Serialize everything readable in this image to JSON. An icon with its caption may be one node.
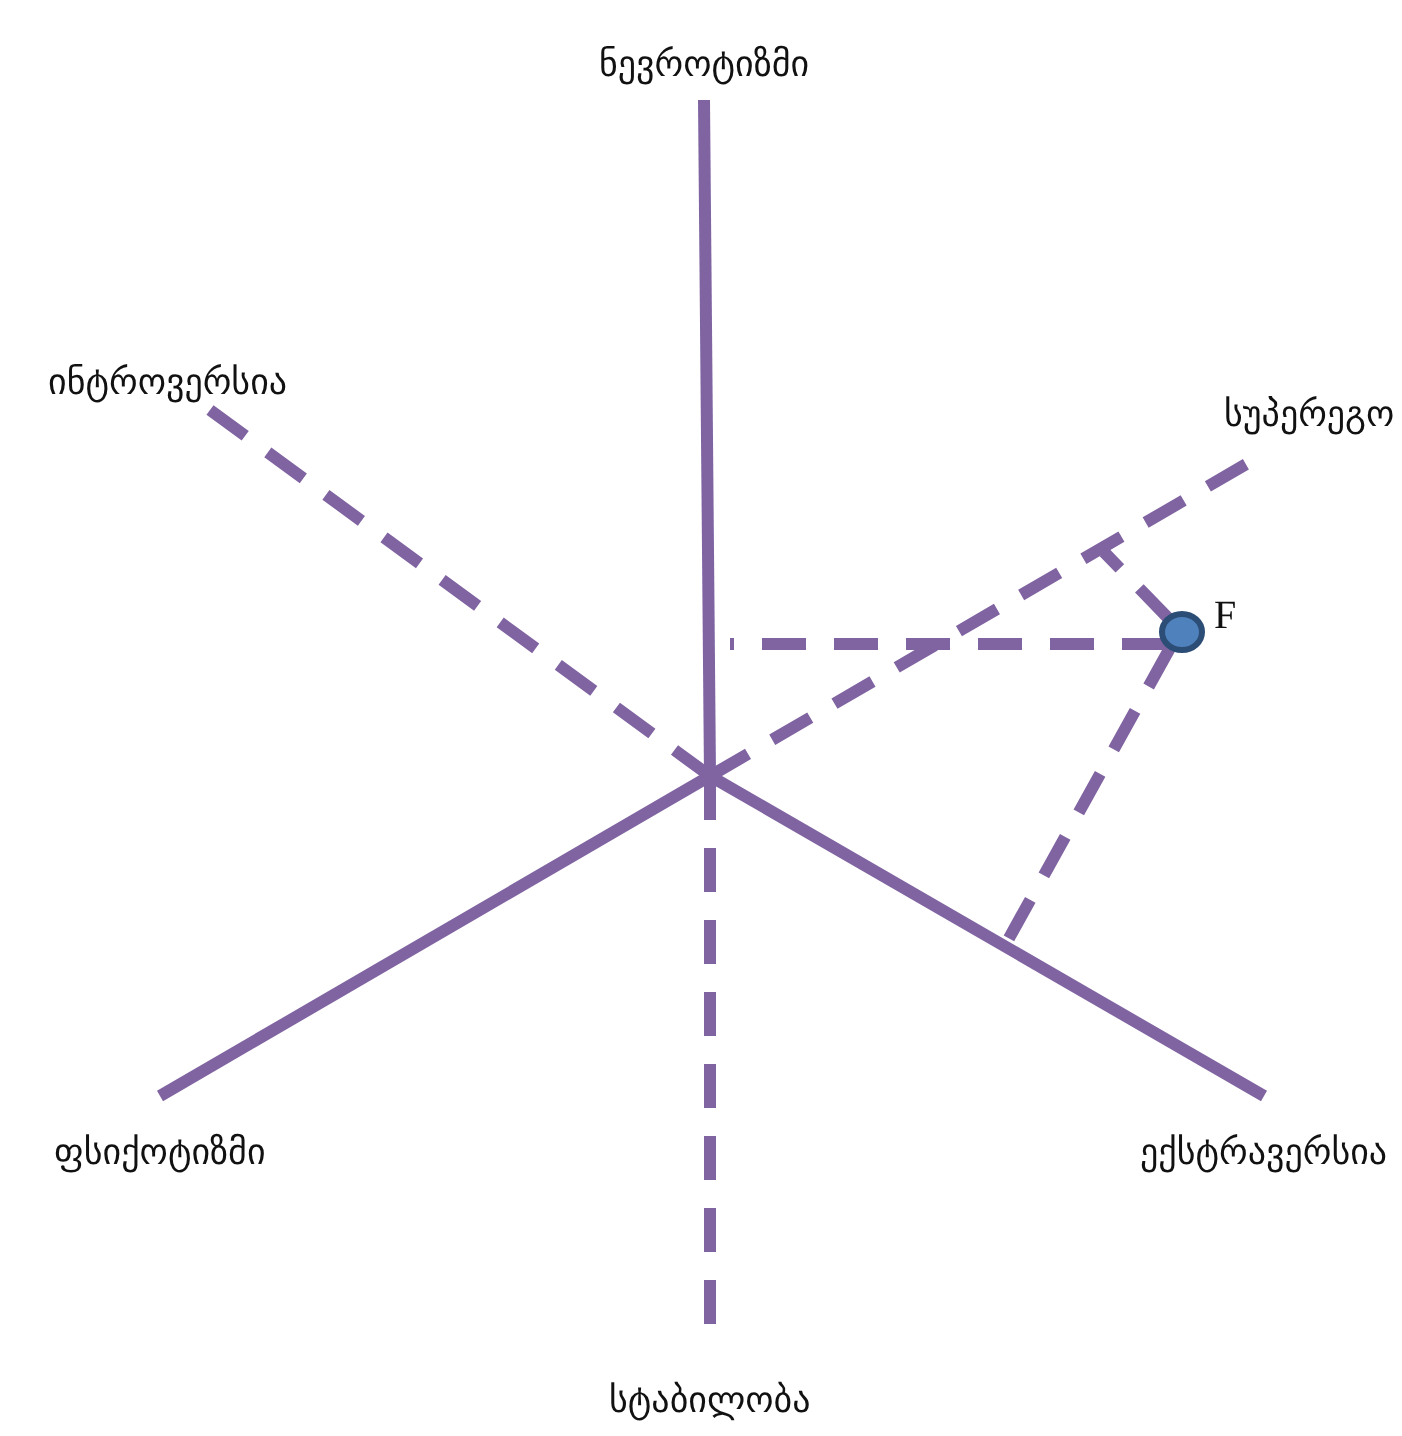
{
  "diagram": {
    "labels": [
      "ნევროტიზმი",
      "ინტროვერსია",
      "სუპერეგო",
      "F",
      "ფსიქოტიზმი",
      "ექსტრავერსია",
      "სტაბილობა"
    ]
  }
}
